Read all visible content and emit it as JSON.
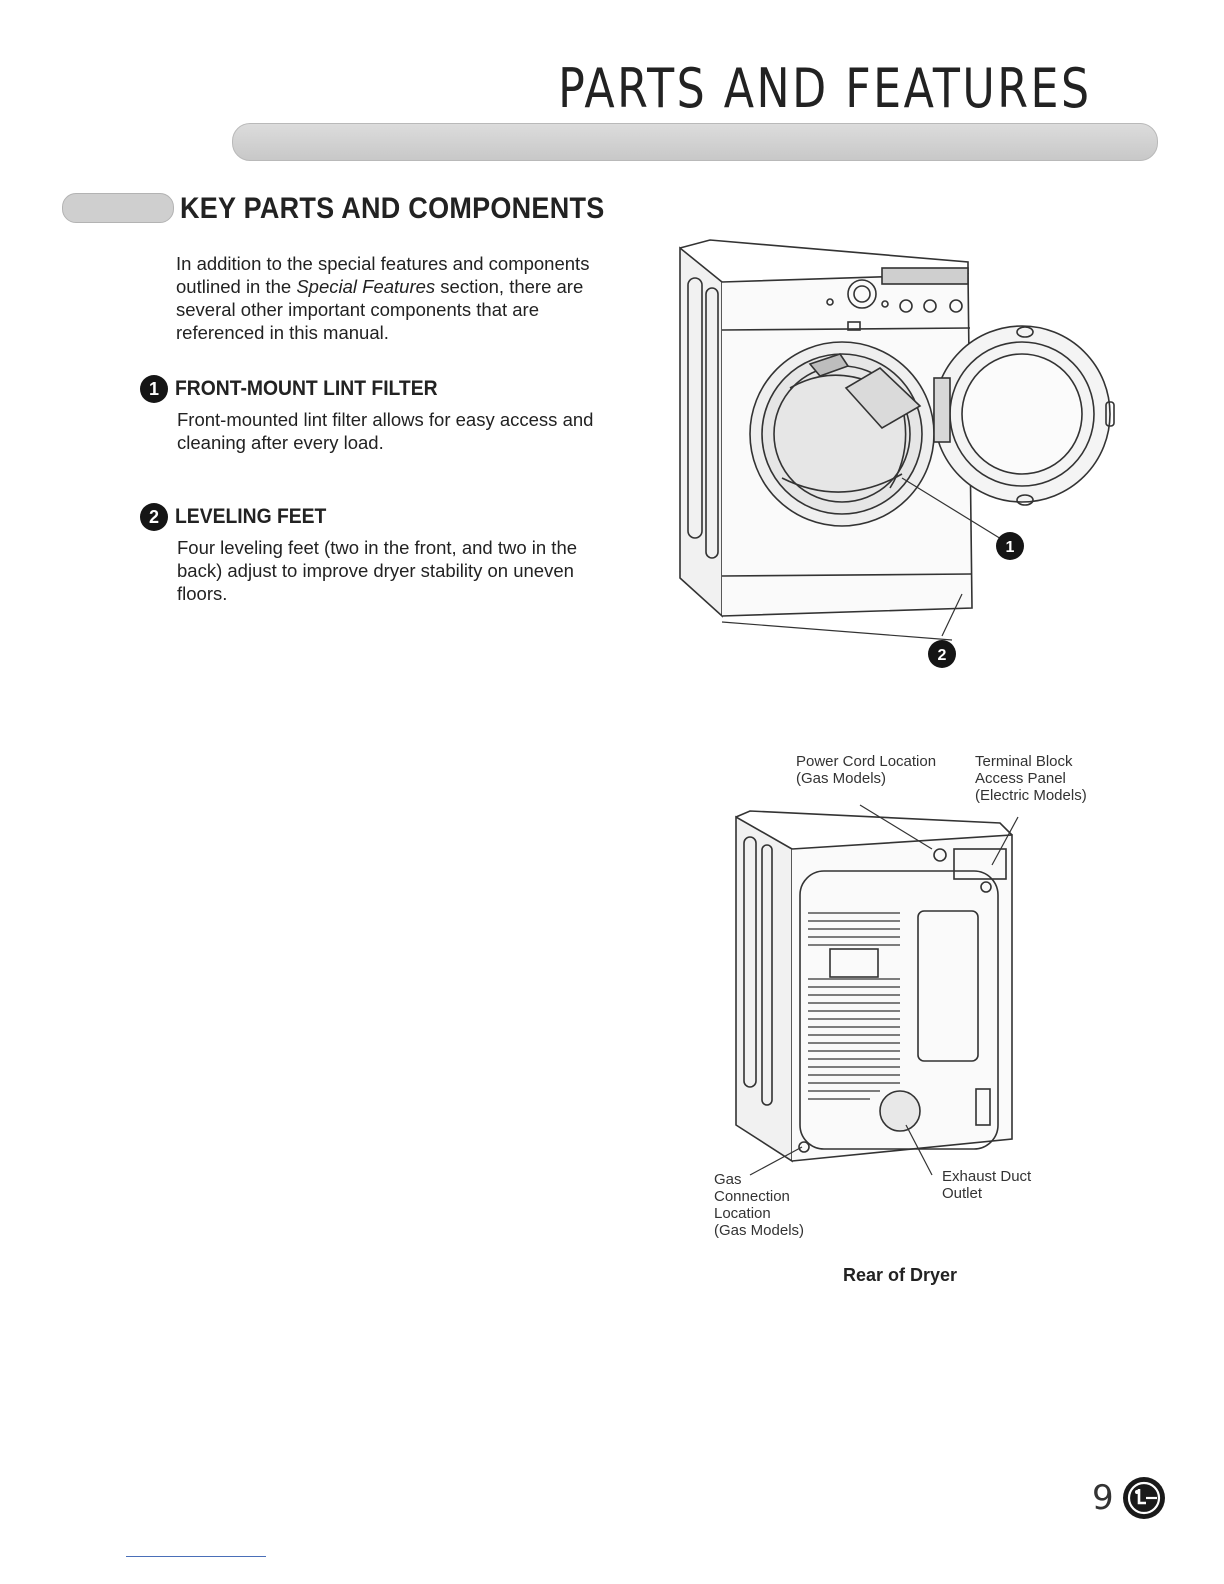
{
  "header": {
    "title": "PARTS AND FEATURES"
  },
  "section": {
    "title": "KEY PARTS AND COMPONENTS",
    "intro_before": "In addition to the special features and components outlined in the ",
    "intro_emphasis": "Special Features",
    "intro_after": " section, there are several other important components that are referenced in this manual."
  },
  "features": [
    {
      "number": "1",
      "title": "FRONT-MOUNT LINT FILTER",
      "description": "Front-mounted lint filter allows for easy access and cleaning after every load."
    },
    {
      "number": "2",
      "title": "LEVELING FEET",
      "description": "Four leveling feet (two in the front, and two in the back) adjust to improve dryer stability on uneven floors."
    }
  ],
  "front_diagram": {
    "markers": [
      "1",
      "2"
    ]
  },
  "rear_diagram": {
    "caption": "Rear of Dryer",
    "callouts": {
      "power_cord": "Power Cord Location\n(Gas Models)",
      "terminal_block": "Terminal Block\nAccess Panel\n(Electric Models)",
      "gas_connection": "Gas\nConnection\nLocation\n(Gas Models)",
      "exhaust": "Exhaust Duct\nOutlet"
    }
  },
  "footer": {
    "page_number": "9",
    "logo_icon": "lg-logo-icon"
  }
}
